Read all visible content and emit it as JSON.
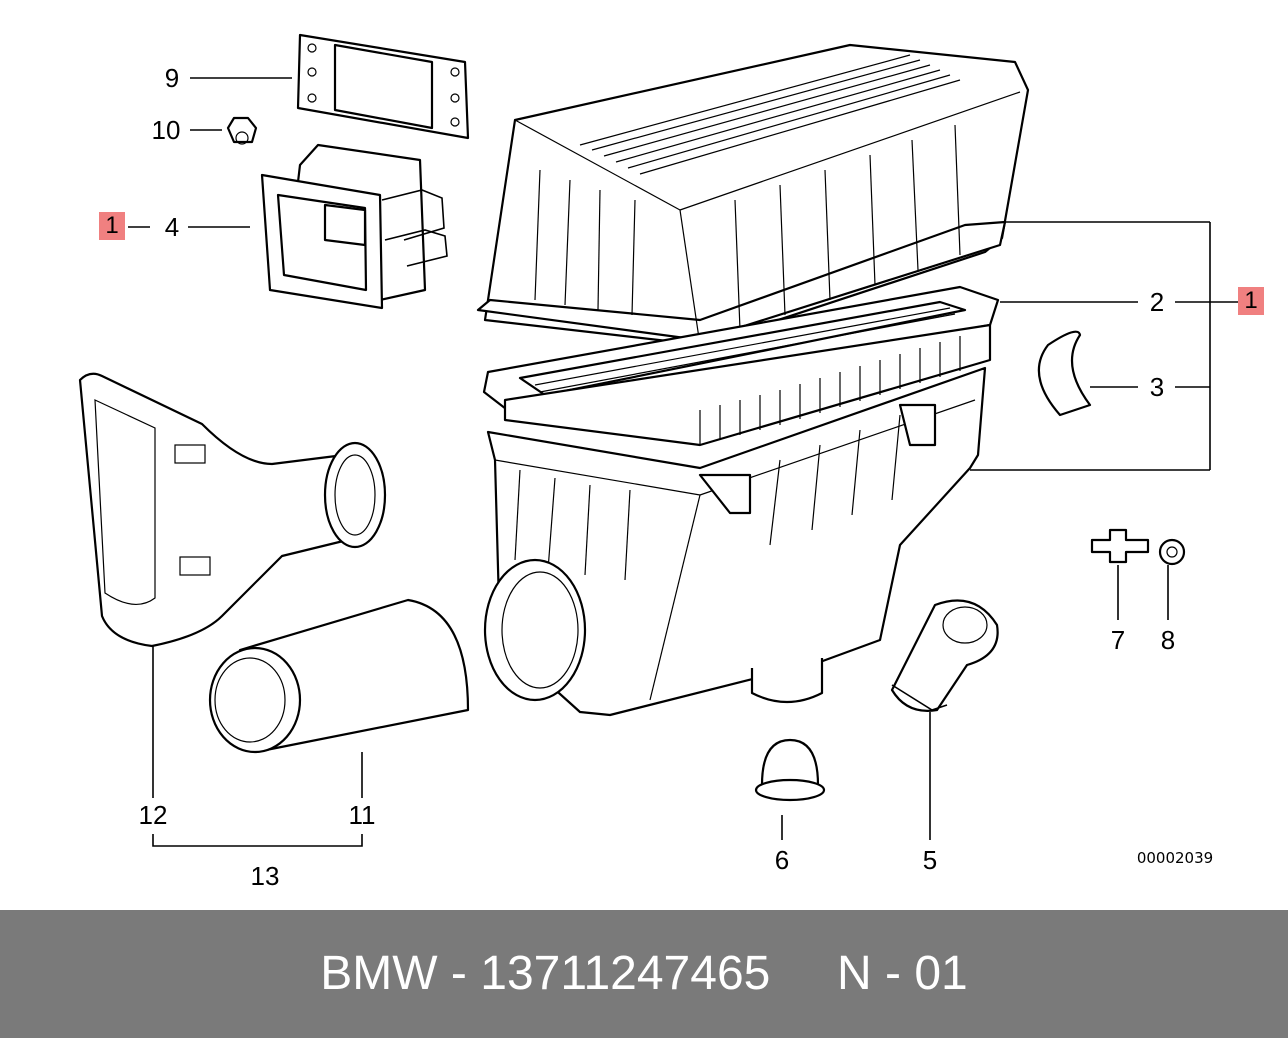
{
  "diagram": {
    "highlight_color": "#f08080",
    "callouts": [
      {
        "id": "c9",
        "text": "9"
      },
      {
        "id": "c10",
        "text": "10"
      },
      {
        "id": "c4",
        "text": "4"
      },
      {
        "id": "c12",
        "text": "12"
      },
      {
        "id": "c11",
        "text": "11"
      },
      {
        "id": "c13",
        "text": "13"
      },
      {
        "id": "c2",
        "text": "2"
      },
      {
        "id": "c3",
        "text": "3"
      },
      {
        "id": "c7",
        "text": "7"
      },
      {
        "id": "c8",
        "text": "8"
      },
      {
        "id": "c6",
        "text": "6"
      },
      {
        "id": "c5",
        "text": "5"
      }
    ],
    "highlighted": [
      {
        "id": "h-left",
        "text": "1"
      },
      {
        "id": "h-right",
        "text": "1"
      }
    ],
    "reference_number": "00002039"
  },
  "caption": {
    "text": "BMW - 13711247465     N - 01",
    "background": "#7a7a7a",
    "color": "#ffffff"
  }
}
